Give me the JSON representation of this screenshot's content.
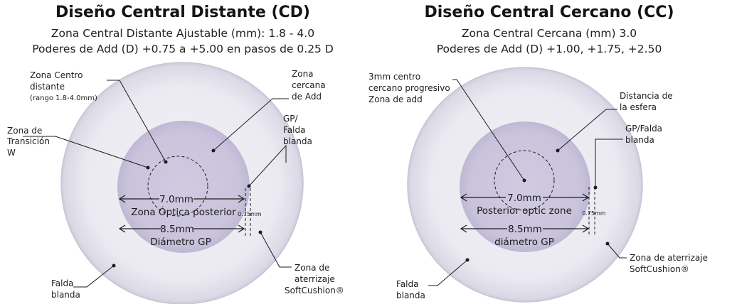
{
  "left": {
    "title": "Diseño Central Distante (CD)",
    "subtitle_line1": "Zona Central Distante Ajustable (mm): 1.8 - 4.0",
    "subtitle_line2": "Poderes de Add (D) +0.75 a +5.00 en pasos de 0.25 D",
    "labels": {
      "center_zone_line1": "Zona Centro",
      "center_zone_line2": "distante",
      "center_zone_line3": "(rango 1.8-4.0mm)",
      "near_add_line1": "Zona",
      "near_add_line2": "cercana",
      "near_add_line3": "de Add",
      "transition_line1": "Zona de",
      "transition_line2": "Transición",
      "transition_line3": "W",
      "gp_skirt_line1": "GP/",
      "gp_skirt_line2": "Falda",
      "gp_skirt_line3": "blanda",
      "dim_70": "7.0mm",
      "optic_zone": "Zona Óptica posterior",
      "dim_075": "0.75mm",
      "dim_85": "8.5mm",
      "gp_diameter": "Diámetro GP",
      "soft_skirt_line1": "Falda",
      "soft_skirt_line2": "blanda",
      "landing_line1": "Zona de",
      "landing_line2": "aterrizaje",
      "landing_line3": "SoftCushion®"
    }
  },
  "right": {
    "title": "Diseño Central Cercano (CC)",
    "subtitle_line1": "Zona Central Cercana (mm) 3.0",
    "subtitle_line2": "Poderes de Add (D) +1.00, +1.75, +2.50",
    "labels": {
      "center_line1": "3mm centro",
      "center_line2": "cercano progresivo",
      "center_line3": "Zona de add",
      "sphere_line1": "Distancia de",
      "sphere_line2": "la esfera",
      "gp_skirt_line1": "GP/Falda",
      "gp_skirt_line2": "blanda",
      "dim_70": "7.0mm",
      "optic_zone": "Posterior optic zone",
      "dim_075": "0.75mm",
      "dim_85": "8.5mm",
      "gp_diameter": "diámetro GP",
      "landing_line1": "Zona de aterrizaje",
      "landing_line2": "SoftCushion®",
      "soft_skirt_line1": "Falda",
      "soft_skirt_line2": "blanda"
    }
  },
  "colors": {
    "lens_outer": "#ebe9f1",
    "lens_edge": "#c9c5d6",
    "lens_inner": "#c9c3dc",
    "text": "#1c1c1c"
  }
}
